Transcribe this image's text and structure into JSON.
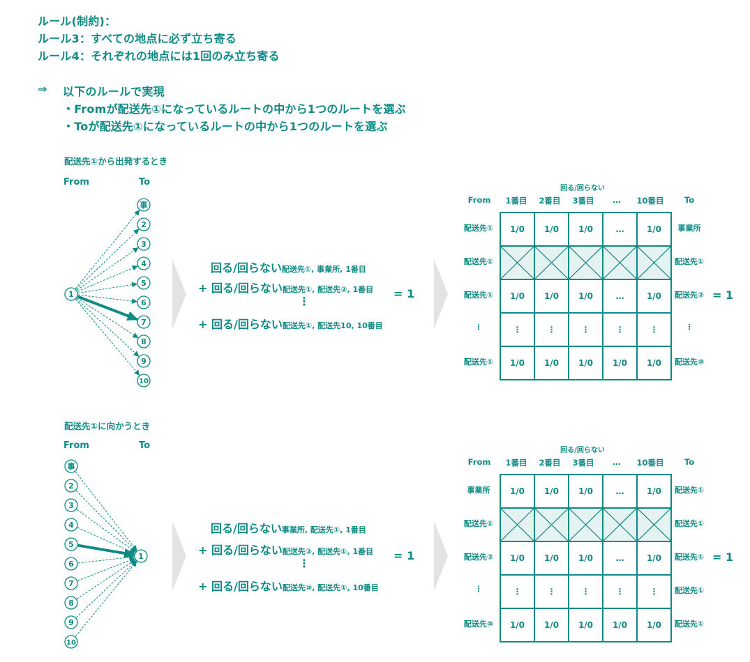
{
  "rules": {
    "heading": "ルール(制約)：",
    "rule3": "ルール3：すべての地点に必ず立ち寄る",
    "rule4": "ルール4：それぞれの地点には1回のみ立ち寄る",
    "arrow": "⇒",
    "intro": "以下のルールで実現",
    "bullet1": "・Fromが配送先①になっているルートの中から1つのルートを選ぶ",
    "bullet2": "・Toが配送先①になっているルートの中から1つのルートを選ぶ"
  },
  "section1": {
    "title": "配送先①から出発するとき",
    "from_label": "From",
    "to_label": "To",
    "from_node": "1",
    "to_nodes": [
      "事",
      "2",
      "3",
      "4",
      "5",
      "6",
      "7",
      "8",
      "9",
      "10"
    ],
    "highlight_to": "7",
    "eq": {
      "term": "回る/回らない",
      "line1_sub": "配送先①, 事業所, 1番目",
      "line2_sub": "配送先①, 配送先②, 1番目",
      "line3_sub": "配送先①, 配送先10, 10番目",
      "plus": "+",
      "vdots": "⋮",
      "equals": "= 1"
    },
    "table": {
      "super_header": "回る/回らない",
      "headers": [
        "From",
        "1番目",
        "2番目",
        "3番目",
        "…",
        "10番目",
        "To"
      ],
      "rows": [
        {
          "from": "配送先①",
          "cells": [
            "1/0",
            "1/0",
            "1/0",
            "…",
            "1/0"
          ],
          "to": "事業所",
          "crossed": false
        },
        {
          "from": "配送先①",
          "cells": [
            "",
            "",
            "",
            "",
            ""
          ],
          "to": "配送先①",
          "crossed": true
        },
        {
          "from": "配送先①",
          "cells": [
            "1/0",
            "1/0",
            "1/0",
            "…",
            "1/0"
          ],
          "to": "配送先②",
          "crossed": false
        },
        {
          "from": "⋮",
          "cells": [
            "⋮",
            "⋮",
            "⋮",
            "⋮",
            "⋮"
          ],
          "to": "⋮",
          "crossed": false
        },
        {
          "from": "配送先①",
          "cells": [
            "1/0",
            "1/0",
            "1/0",
            "1/0",
            "1/0"
          ],
          "to": "配送先⑩",
          "crossed": false
        }
      ],
      "equals": "= 1"
    }
  },
  "section2": {
    "title": "配送先①に向かうとき",
    "from_label": "From",
    "to_label": "To",
    "to_node": "1",
    "from_nodes": [
      "事",
      "2",
      "3",
      "4",
      "5",
      "6",
      "7",
      "8",
      "9",
      "10"
    ],
    "highlight_from": "5",
    "eq": {
      "term": "回る/回らない",
      "line1_sub": "事業所, 配送先①, 1番目",
      "line2_sub": "配送先②, 配送先①, 1番目",
      "line3_sub": "配送先⑩, 配送先①, 10番目",
      "plus": "+",
      "vdots": "⋮",
      "equals": "= 1"
    },
    "table": {
      "super_header": "回る/回らない",
      "headers": [
        "From",
        "1番目",
        "2番目",
        "3番目",
        "…",
        "10番目",
        "To"
      ],
      "rows": [
        {
          "from": "事業所",
          "cells": [
            "1/0",
            "1/0",
            "1/0",
            "…",
            "1/0"
          ],
          "to": "配送先①",
          "crossed": false
        },
        {
          "from": "配送先①",
          "cells": [
            "",
            "",
            "",
            "",
            ""
          ],
          "to": "配送先①",
          "crossed": true
        },
        {
          "from": "配送先②",
          "cells": [
            "1/0",
            "1/0",
            "1/0",
            "…",
            "1/0"
          ],
          "to": "配送先①",
          "crossed": false
        },
        {
          "from": "⋮",
          "cells": [
            "⋮",
            "⋮",
            "⋮",
            "⋮",
            "⋮"
          ],
          "to": "配送先①",
          "crossed": false
        },
        {
          "from": "配送先⑩",
          "cells": [
            "1/0",
            "1/0",
            "1/0",
            "1/0",
            "1/0"
          ],
          "to": "配送先①",
          "crossed": false
        }
      ],
      "equals": "= 1"
    }
  },
  "colors": {
    "teal": "#0f8a85",
    "cross_fill": "#e4f3f2",
    "chevron": "#e3e3e3"
  }
}
